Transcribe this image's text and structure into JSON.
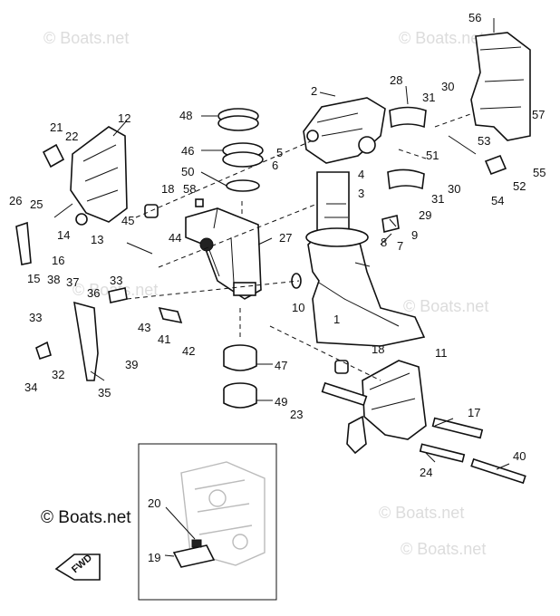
{
  "watermark": "© Boats.net",
  "inset_watermark": "© Boats.net",
  "fwd_label": "FWD",
  "part_numbers": {
    "p1": "1",
    "p2": "2",
    "p3": "3",
    "p4": "4",
    "p5": "5",
    "p6": "6",
    "p7": "7",
    "p8": "8",
    "p9": "9",
    "p10": "10",
    "p11": "11",
    "p12": "12",
    "p13": "13",
    "p14": "14",
    "p15": "15",
    "p16": "16",
    "p17": "17",
    "p18a": "18",
    "p18b": "18",
    "p19": "19",
    "p20": "20",
    "p21": "21",
    "p22": "22",
    "p23": "23",
    "p24": "24",
    "p25": "25",
    "p26": "26",
    "p27": "27",
    "p28": "28",
    "p29": "29",
    "p30a": "30",
    "p30b": "30",
    "p31a": "31",
    "p31b": "31",
    "p32": "32",
    "p33a": "33",
    "p33b": "33",
    "p34": "34",
    "p35": "35",
    "p36": "36",
    "p37": "37",
    "p38": "38",
    "p39": "39",
    "p40": "40",
    "p41": "41",
    "p42": "42",
    "p43": "43",
    "p44": "44",
    "p45": "45",
    "p46": "46",
    "p47": "47",
    "p48": "48",
    "p49": "49",
    "p50": "50",
    "p51": "51",
    "p52": "52",
    "p53": "53",
    "p54": "54",
    "p55": "55",
    "p56": "56",
    "p57": "57",
    "p58": "58"
  }
}
